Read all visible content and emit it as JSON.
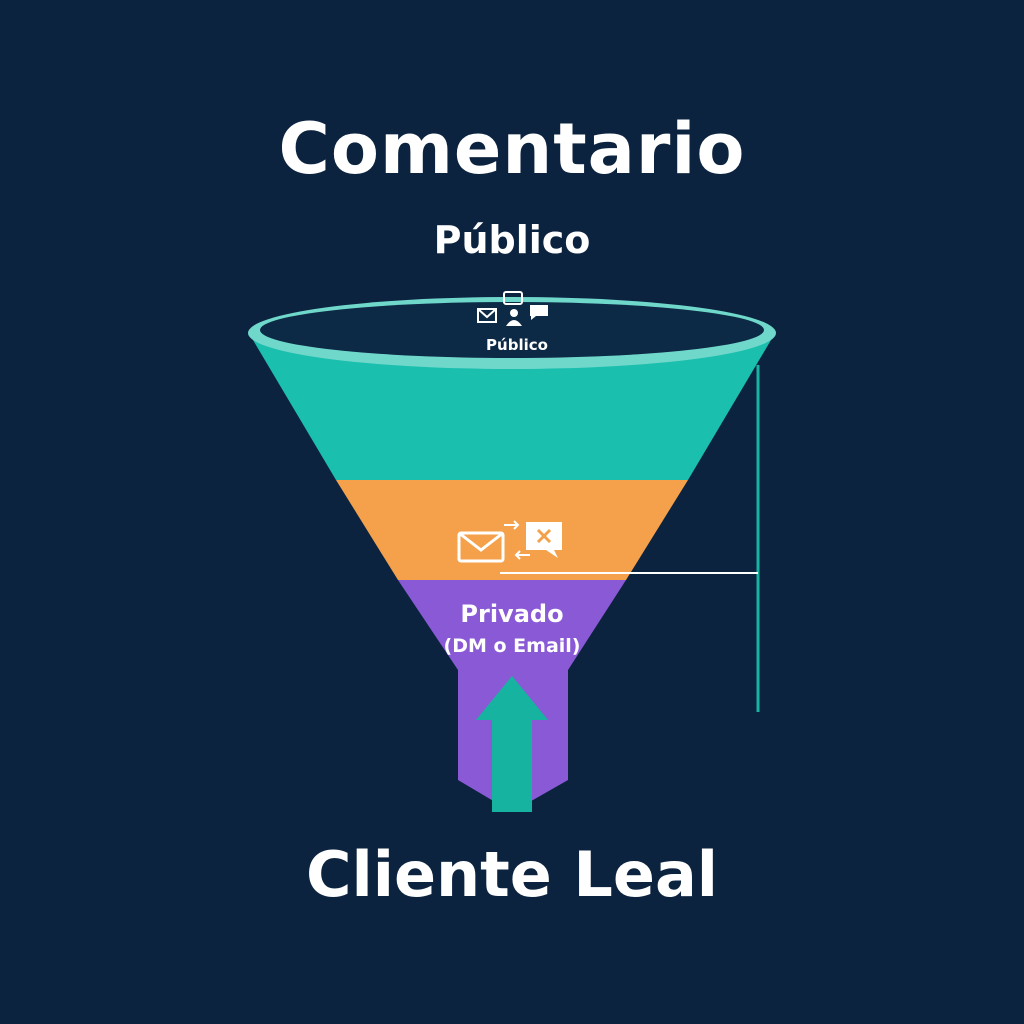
{
  "title": "Comentario",
  "subtitle": "Público",
  "funnel": {
    "top_label": "Público",
    "middle_label": "Privado",
    "middle_sublabel": "(DM o Email)",
    "colors": {
      "top": "#1bbfae",
      "middle": "#f5a04a",
      "bottom": "#8a5ad6",
      "arrow": "#16b3a0",
      "background": "#0c2340"
    },
    "icons": [
      "envelope-icon",
      "chat-icon",
      "person-icon",
      "speech-bubble-icon",
      "close-bubble-icon",
      "arrow-up-icon"
    ]
  },
  "bottom_label": "Cliente Leal"
}
